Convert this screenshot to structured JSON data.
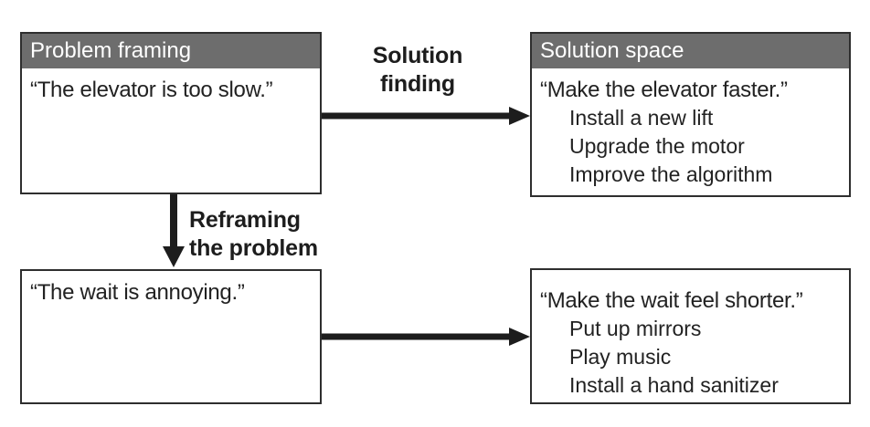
{
  "diagram": {
    "top_left_box": {
      "header": "Problem framing",
      "quote": "“The elevator is too slow.”"
    },
    "top_right_box": {
      "header": "Solution space",
      "quote": "“Make the elevator faster.”",
      "items": [
        "Install a new lift",
        "Upgrade the motor",
        "Improve the algorithm"
      ]
    },
    "bottom_left_box": {
      "quote": "“The wait is annoying.”"
    },
    "bottom_right_box": {
      "quote": "“Make the wait feel shorter.”",
      "items": [
        "Put up mirrors",
        "Play music",
        "Install a hand sanitizer"
      ]
    },
    "labels": {
      "solution_finding": [
        "Solution",
        "finding"
      ],
      "reframing": [
        "Reframing",
        "the problem"
      ]
    },
    "colors": {
      "header_bg": "#6d6d6d",
      "header_text": "#ffffff",
      "box_border": "#2e2e2e",
      "arrow": "#1d1d1d",
      "text": "#222222",
      "background": "#ffffff"
    }
  }
}
